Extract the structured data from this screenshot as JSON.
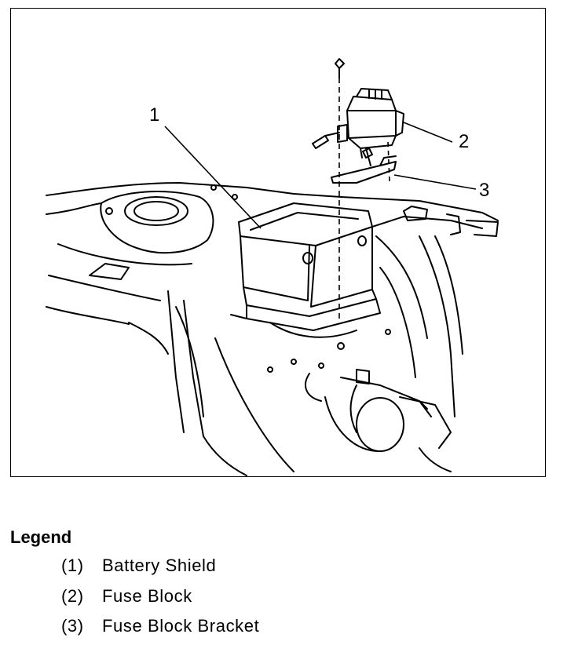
{
  "callouts": {
    "c1": "1",
    "c2": "2",
    "c3": "3"
  },
  "legend": {
    "title": "Legend",
    "items": [
      {
        "num": "(1)",
        "label": "Battery Shield"
      },
      {
        "num": "(2)",
        "label": "Fuse Block"
      },
      {
        "num": "(3)",
        "label": "Fuse Block Bracket"
      }
    ]
  }
}
